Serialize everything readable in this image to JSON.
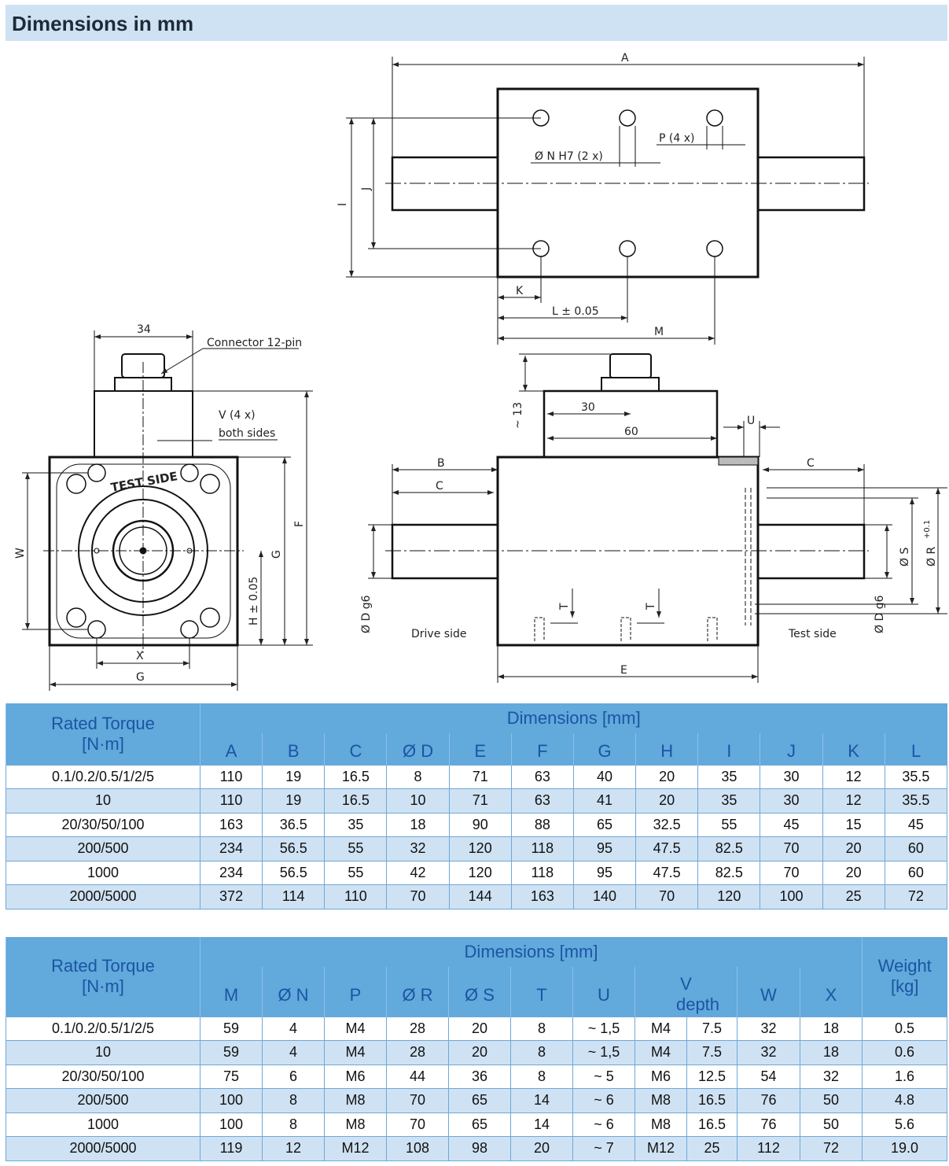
{
  "title": "Dimensions in mm",
  "drawing": {
    "top_view": {
      "A": "A",
      "I": "I",
      "J": "J",
      "P": "P (4 x)",
      "N": "Ø N H7 (2 x)",
      "K": "K",
      "L": "L ± 0.05",
      "M": "M"
    },
    "front_view": {
      "w34": "34",
      "connector": "Connector 12-pin",
      "V": "V (4 x)",
      "both_sides": "both sides",
      "F": "F",
      "G_v": "G",
      "W": "W",
      "H": "H ± 0.05",
      "X": "X",
      "G_h": "G",
      "test_side_mark": "TEST SIDE"
    },
    "side_view": {
      "s13": "~ 13",
      "s30": "30",
      "s60": "60",
      "U": "U",
      "B": "B",
      "C_left": "C",
      "C_right": "C",
      "D_left": "Ø D g6",
      "D_right": "Ø D g6",
      "drive_side": "Drive side",
      "test_side": "Test side",
      "T1": "T",
      "T2": "T",
      "E": "E",
      "S": "Ø S",
      "R": "Ø R",
      "R_tol": "+0.1"
    }
  },
  "table1": {
    "torque_header": [
      "Rated Torque",
      "[N·m]"
    ],
    "group_header": "Dimensions [mm]",
    "columns": [
      "A",
      "B",
      "C",
      "Ø D",
      "E",
      "F",
      "G",
      "H",
      "I",
      "J",
      "K",
      "L"
    ],
    "rows": [
      [
        "0.1/0.2/0.5/1/2/5",
        "110",
        "19",
        "16.5",
        "8",
        "71",
        "63",
        "40",
        "20",
        "35",
        "30",
        "12",
        "35.5"
      ],
      [
        "10",
        "110",
        "19",
        "16.5",
        "10",
        "71",
        "63",
        "41",
        "20",
        "35",
        "30",
        "12",
        "35.5"
      ],
      [
        "20/30/50/100",
        "163",
        "36.5",
        "35",
        "18",
        "90",
        "88",
        "65",
        "32.5",
        "55",
        "45",
        "15",
        "45"
      ],
      [
        "200/500",
        "234",
        "56.5",
        "55",
        "32",
        "120",
        "118",
        "95",
        "47.5",
        "82.5",
        "70",
        "20",
        "60"
      ],
      [
        "1000",
        "234",
        "56.5",
        "55",
        "42",
        "120",
        "118",
        "95",
        "47.5",
        "82.5",
        "70",
        "20",
        "60"
      ],
      [
        "2000/5000",
        "372",
        "114",
        "110",
        "70",
        "144",
        "163",
        "140",
        "70",
        "120",
        "100",
        "25",
        "72"
      ]
    ]
  },
  "table2": {
    "torque_header": [
      "Rated Torque",
      "[N·m]"
    ],
    "group_header": "Dimensions [mm]",
    "columns": [
      "M",
      "Ø N",
      "P",
      "Ø R",
      "Ø S",
      "T",
      "U"
    ],
    "v_header": [
      "V",
      "depth"
    ],
    "columns2": [
      "W",
      "X"
    ],
    "weight_header": [
      "Weight",
      "[kg]"
    ],
    "rows": [
      [
        "0.1/0.2/0.5/1/2/5",
        "59",
        "4",
        "M4",
        "28",
        "20",
        "8",
        "~ 1,5",
        "M4",
        "7.5",
        "32",
        "18",
        "0.5"
      ],
      [
        "10",
        "59",
        "4",
        "M4",
        "28",
        "20",
        "8",
        "~ 1,5",
        "M4",
        "7.5",
        "32",
        "18",
        "0.6"
      ],
      [
        "20/30/50/100",
        "75",
        "6",
        "M6",
        "44",
        "36",
        "8",
        "~ 5",
        "M6",
        "12.5",
        "54",
        "32",
        "1.6"
      ],
      [
        "200/500",
        "100",
        "8",
        "M8",
        "70",
        "65",
        "14",
        "~ 6",
        "M8",
        "16.5",
        "76",
        "50",
        "4.8"
      ],
      [
        "1000",
        "100",
        "8",
        "M8",
        "70",
        "65",
        "14",
        "~ 6",
        "M8",
        "16.5",
        "76",
        "50",
        "5.6"
      ],
      [
        "2000/5000",
        "119",
        "12",
        "M12",
        "108",
        "98",
        "20",
        "~ 7",
        "M12",
        "25",
        "112",
        "72",
        "19.0"
      ]
    ]
  }
}
